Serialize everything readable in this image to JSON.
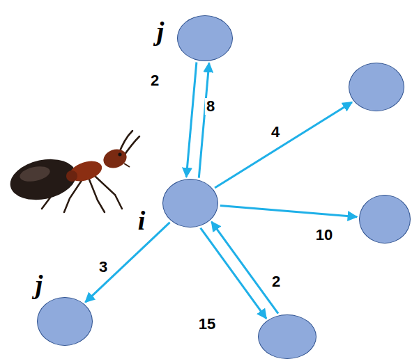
{
  "diagram": {
    "nodes": [
      {
        "text": [
          "j"
        ]
      },
      {
        "text": []
      },
      {
        "text": [
          "i"
        ]
      },
      {
        "text": []
      },
      {
        "text": [
          "j"
        ]
      },
      {
        "text": []
      }
    ],
    "edges": [
      {
        "from": 2,
        "to": 0,
        "label": "2",
        "arrow": "to"
      },
      {
        "from": 0,
        "to": 2,
        "label": "8",
        "arrow": "to"
      },
      {
        "from": 2,
        "to": 1,
        "label": "4",
        "arrow": "to"
      },
      {
        "from": 2,
        "to": 3,
        "label": "10",
        "arrow": "to"
      },
      {
        "from": 2,
        "to": 5,
        "label": "2",
        "arrow": "to"
      },
      {
        "from": 5,
        "to": 2,
        "label": "15",
        "arrow": "to"
      },
      {
        "from": 2,
        "to": 4,
        "label": "3",
        "arrow": "to"
      }
    ]
  }
}
